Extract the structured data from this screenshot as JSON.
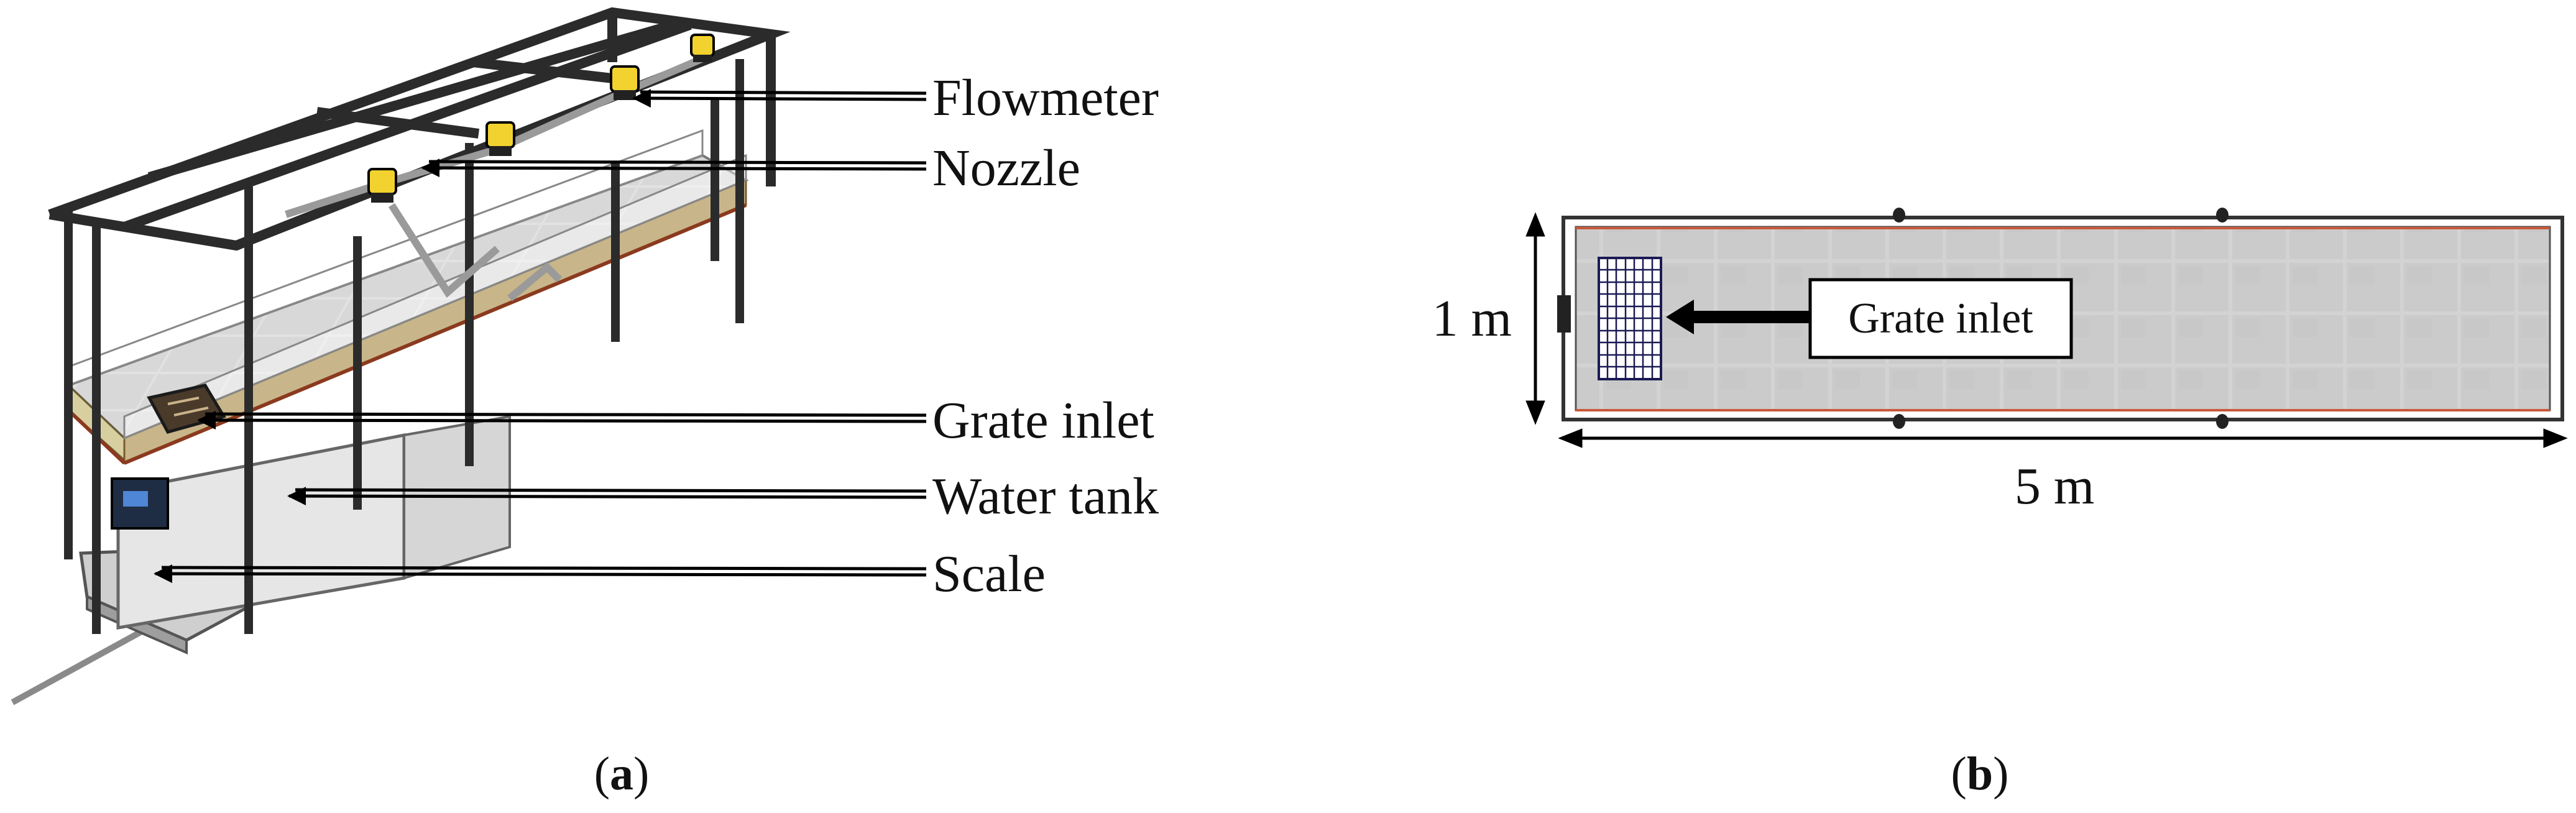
{
  "panel_a": {
    "callouts": {
      "flowmeter": "Flowmeter",
      "nozzle": "Nozzle",
      "grate_inlet": "Grate inlet",
      "water_tank": "Water tank",
      "scale": "Scale"
    },
    "caption_letter": "a"
  },
  "panel_b": {
    "grate_label": "Grate inlet",
    "width_label": "1 m",
    "length_label": "5 m",
    "caption_letter": "b"
  },
  "colors": {
    "frame": "#2b2b2b",
    "slab": "#d9d9d9",
    "tile_line": "#bdbdbd",
    "flowmeter_yellow": "#f2d22e",
    "soil_brown": "#8b5a2b"
  }
}
